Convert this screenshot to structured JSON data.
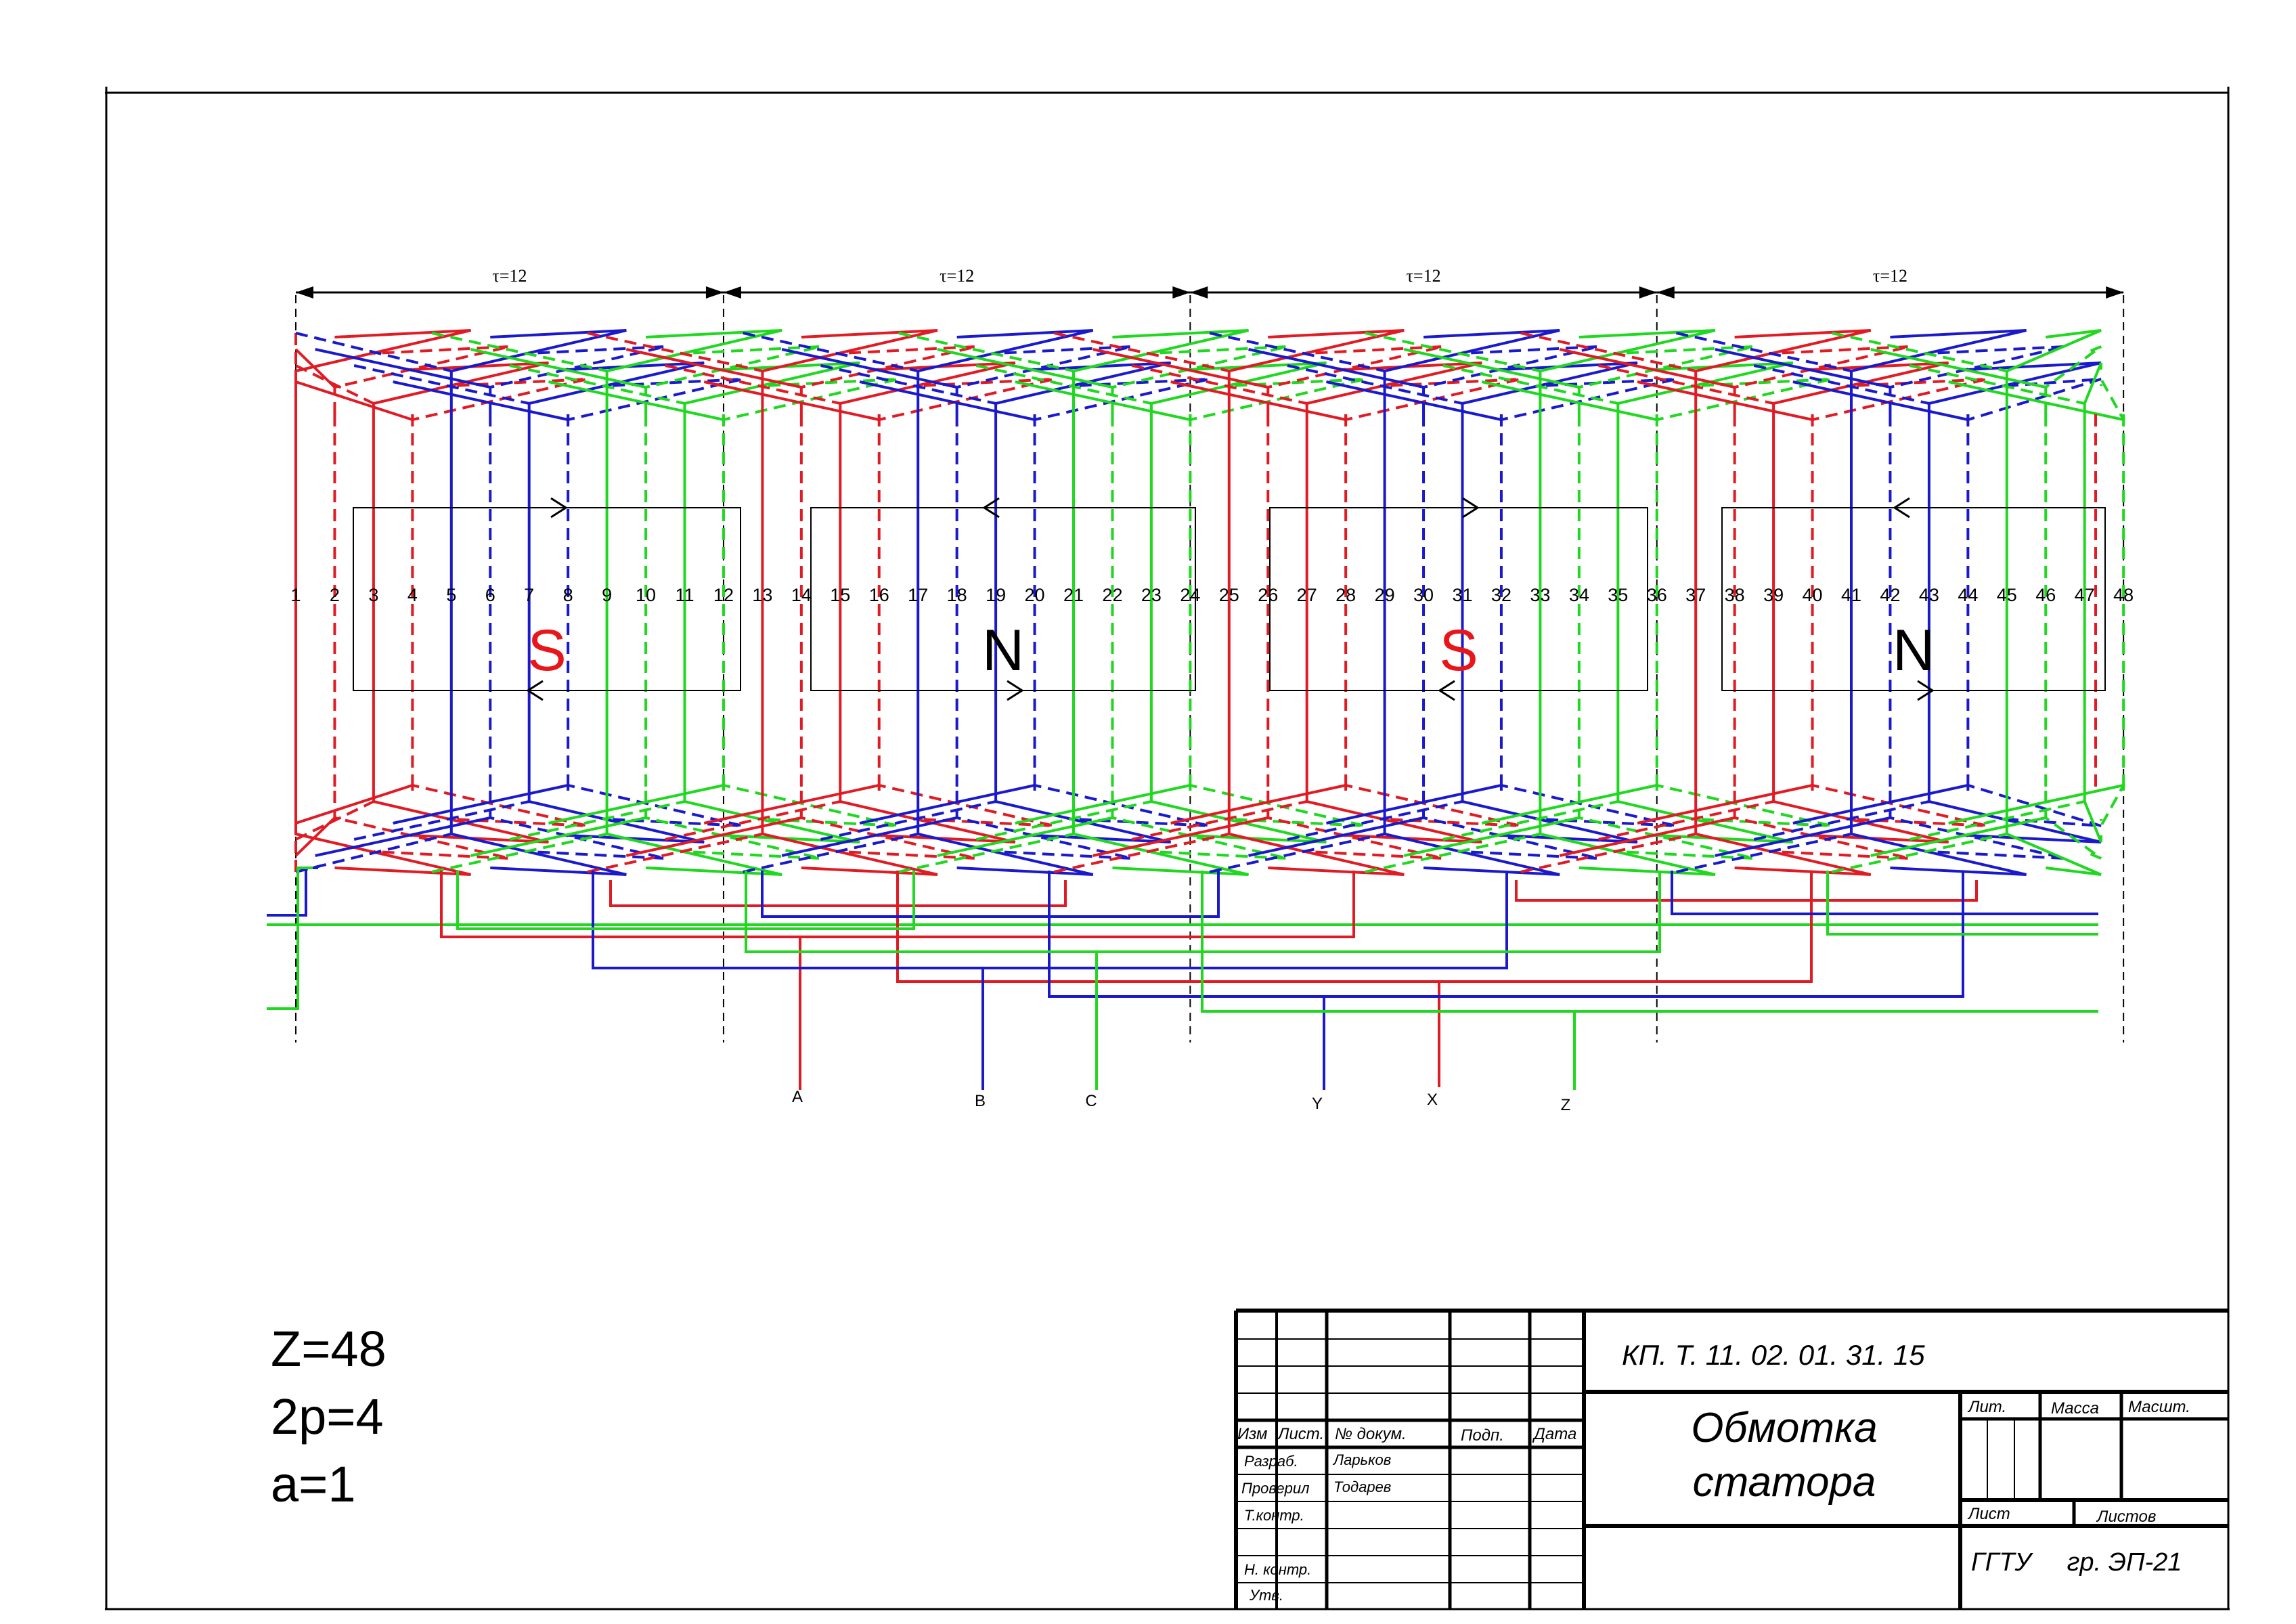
{
  "diagram": {
    "tau_label": "τ=12",
    "tau_spans": [
      {
        "from": 1,
        "to": 12
      },
      {
        "from": 12,
        "to": 24
      },
      {
        "from": 24,
        "to": 36
      },
      {
        "from": 36,
        "to": 48
      }
    ],
    "slot_count": 48,
    "slot_numbers": [
      "1",
      "2",
      "3",
      "4",
      "5",
      "6",
      "7",
      "8",
      "9",
      "10",
      "11",
      "12",
      "13",
      "14",
      "15",
      "16",
      "17",
      "18",
      "19",
      "20",
      "21",
      "22",
      "23",
      "24",
      "25",
      "26",
      "27",
      "28",
      "29",
      "30",
      "31",
      "32",
      "33",
      "34",
      "35",
      "36",
      "37",
      "38",
      "39",
      "40",
      "41",
      "42",
      "43",
      "44",
      "45",
      "46",
      "47",
      "48"
    ],
    "poles": [
      {
        "label": "S",
        "color": "#e8161b"
      },
      {
        "label": "N",
        "color": "#000000"
      },
      {
        "label": "S",
        "color": "#e8161b"
      },
      {
        "label": "N",
        "color": "#000000"
      }
    ],
    "phase_colors": {
      "phase_a": "#e01b24",
      "phase_b": "#1a1acc",
      "phase_c": "#1fd81f"
    },
    "terminals": [
      "A",
      "B",
      "C",
      "Y",
      "X",
      "Z"
    ]
  },
  "parameters": [
    "Z=48",
    "2p=4",
    "a=1"
  ],
  "title_block": {
    "designation": "КП. Т. 11. 02. 01. 31. 15",
    "title_line1": "Обмотка",
    "title_line2": "статора",
    "organization": "ГГТУ     гр. ЭП-21",
    "col_izm": "Изм",
    "col_list": "Лист.",
    "col_doc": "№ докум.",
    "col_sign": "Подп.",
    "col_date": "Дата",
    "row_razrab": "Разраб.",
    "row_proveril": "Проверил",
    "row_tkontr": "Т.контр.",
    "row_nkontr": "Н. контр.",
    "row_utv": "Утв.",
    "name_razrab": "Ларьков",
    "name_proveril": "Тодарев",
    "lit": "Лит.",
    "massa": "Масса",
    "masshtab": "Масшт.",
    "list": "Лист",
    "listov": "Листов"
  }
}
